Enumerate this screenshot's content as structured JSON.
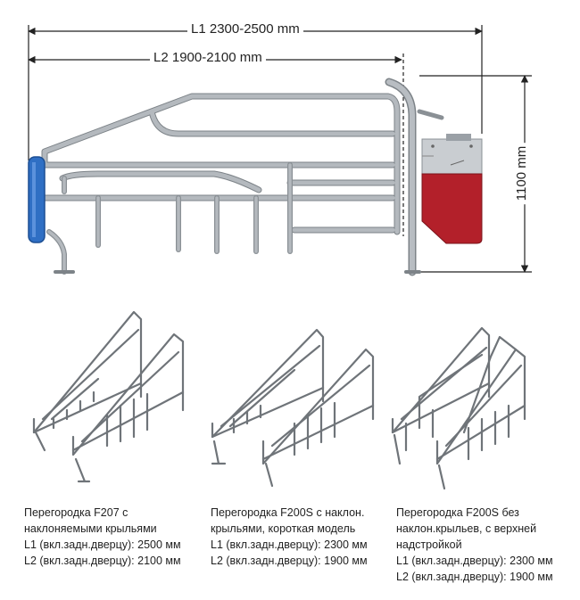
{
  "dimensions": {
    "l1": "L1 2300-2500 mm",
    "l2": "L2 1900-2100 mm",
    "height": "1100 mm"
  },
  "colors": {
    "pipe": "#a9aeb3",
    "pipe_dark": "#7d8388",
    "feeder_red": "#b3202a",
    "feeder_grey": "#c9cdd1",
    "blue_part": "#2f6fc4"
  },
  "captions": [
    {
      "title_line1": "Перегородка F207 с",
      "title_line2": "наклоняемыми крыльями",
      "title_line3": "",
      "l1": "L1 (вкл.задн.дверцу): 2500 мм",
      "l2": "L2 (вкл.задн.дверцу): 2100 мм"
    },
    {
      "title_line1": "Перегородка F200S с наклон.",
      "title_line2": "крыльями, короткая модель",
      "title_line3": "",
      "l1": "L1 (вкл.задн.дверцу): 2300 мм",
      "l2": "L2 (вкл.задн.дверцу): 1900 мм"
    },
    {
      "title_line1": "Перегородка F200S без",
      "title_line2": "наклон.крыльев, с верхней",
      "title_line3": "надстройкой",
      "l1": "L1 (вкл.задн.дверцу): 2300 мм",
      "l2": "L2 (вкл.задн.дверцу): 1900 мм"
    }
  ]
}
